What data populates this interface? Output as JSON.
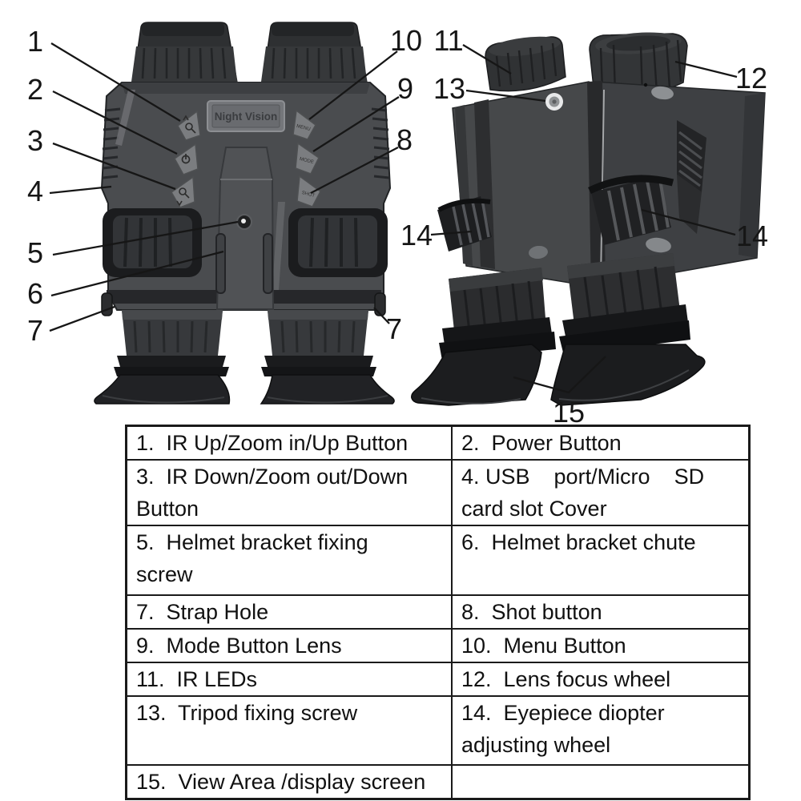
{
  "diagram": {
    "device_label": "Night Vision",
    "button_engravings": {
      "menu": "MENU",
      "mode": "MODE",
      "shot": "SHOT"
    },
    "callouts": {
      "n1": "1",
      "n2": "2",
      "n3": "3",
      "n4": "4",
      "n5": "5",
      "n6": "6",
      "n7": "7",
      "n8": "8",
      "n9": "9",
      "n10": "10",
      "n11": "11",
      "n12": "12",
      "n13": "13",
      "n14": "14",
      "n15": "15"
    }
  },
  "table": {
    "rows": [
      {
        "l": "1.  IR Up/Zoom in/Up Button",
        "r": "2.  Power Button"
      },
      {
        "l": "3.  IR Down/Zoom out/Down\nButton",
        "r": "4. USB    port/Micro    SD\ncard slot Cover"
      },
      {
        "l": "5.  Helmet bracket fixing\nscrew",
        "r": "6.  Helmet bracket chute"
      },
      {
        "l": "7.  Strap Hole",
        "r": "8.  Shot button"
      },
      {
        "l": "9.  Mode Button Lens",
        "r": "10.  Menu Button"
      },
      {
        "l": "11.  IR LEDs",
        "r": "12.  Lens focus wheel"
      },
      {
        "l": "13.  Tripod fixing screw",
        "r": "14.  Eyepiece diopter\nadjusting wheel"
      },
      {
        "l": "15.  View Area /display screen",
        "r": ""
      }
    ]
  }
}
